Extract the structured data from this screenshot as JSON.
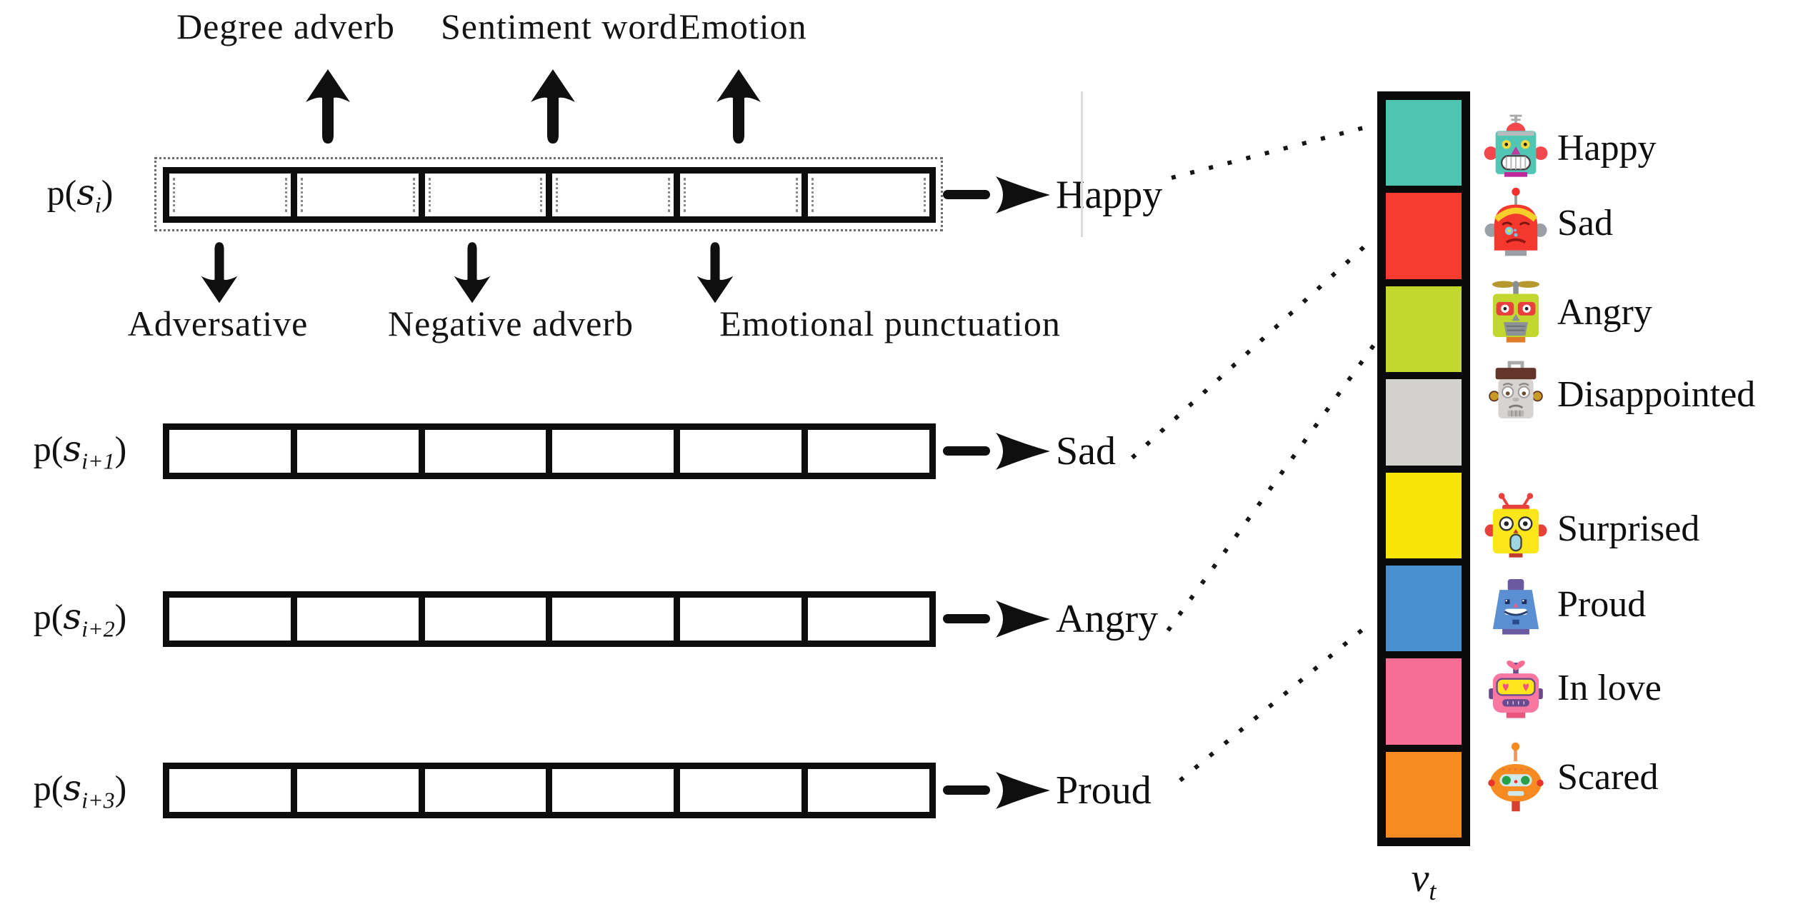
{
  "top_row": {
    "labels": [
      "Degree adverb",
      "Sentiment word",
      "Emotion"
    ]
  },
  "bottom_row": {
    "labels": [
      "Adversative",
      "Negative adverb",
      "Emotional punctuation"
    ]
  },
  "sequence_rows": [
    {
      "prefix": "p(",
      "variable": "s",
      "subscript": "i",
      "suffix": ")",
      "emotion": "Happy"
    },
    {
      "prefix": "p(",
      "variable": "s",
      "subscript": "i+1",
      "suffix": ")",
      "emotion": "Sad"
    },
    {
      "prefix": "p(",
      "variable": "s",
      "subscript": "i+2",
      "suffix": ")",
      "emotion": "Angry"
    },
    {
      "prefix": "p(",
      "variable": "s",
      "subscript": "i+3",
      "suffix": ")",
      "emotion": "Proud"
    }
  ],
  "colorbar": {
    "label_variable": "v",
    "label_subscript": "t",
    "cells": [
      {
        "emotion": "Happy",
        "color": "#4fc5b2"
      },
      {
        "emotion": "Sad",
        "color": "#f73b31"
      },
      {
        "emotion": "Angry",
        "color": "#c3d82e"
      },
      {
        "emotion": "Disappointed",
        "color": "#d3d1ce"
      },
      {
        "emotion": "Surprised",
        "color": "#f7e409"
      },
      {
        "emotion": "Proud",
        "color": "#4a90d0"
      },
      {
        "emotion": "In love",
        "color": "#f76e94"
      },
      {
        "emotion": "Scared",
        "color": "#f68b21"
      }
    ]
  }
}
